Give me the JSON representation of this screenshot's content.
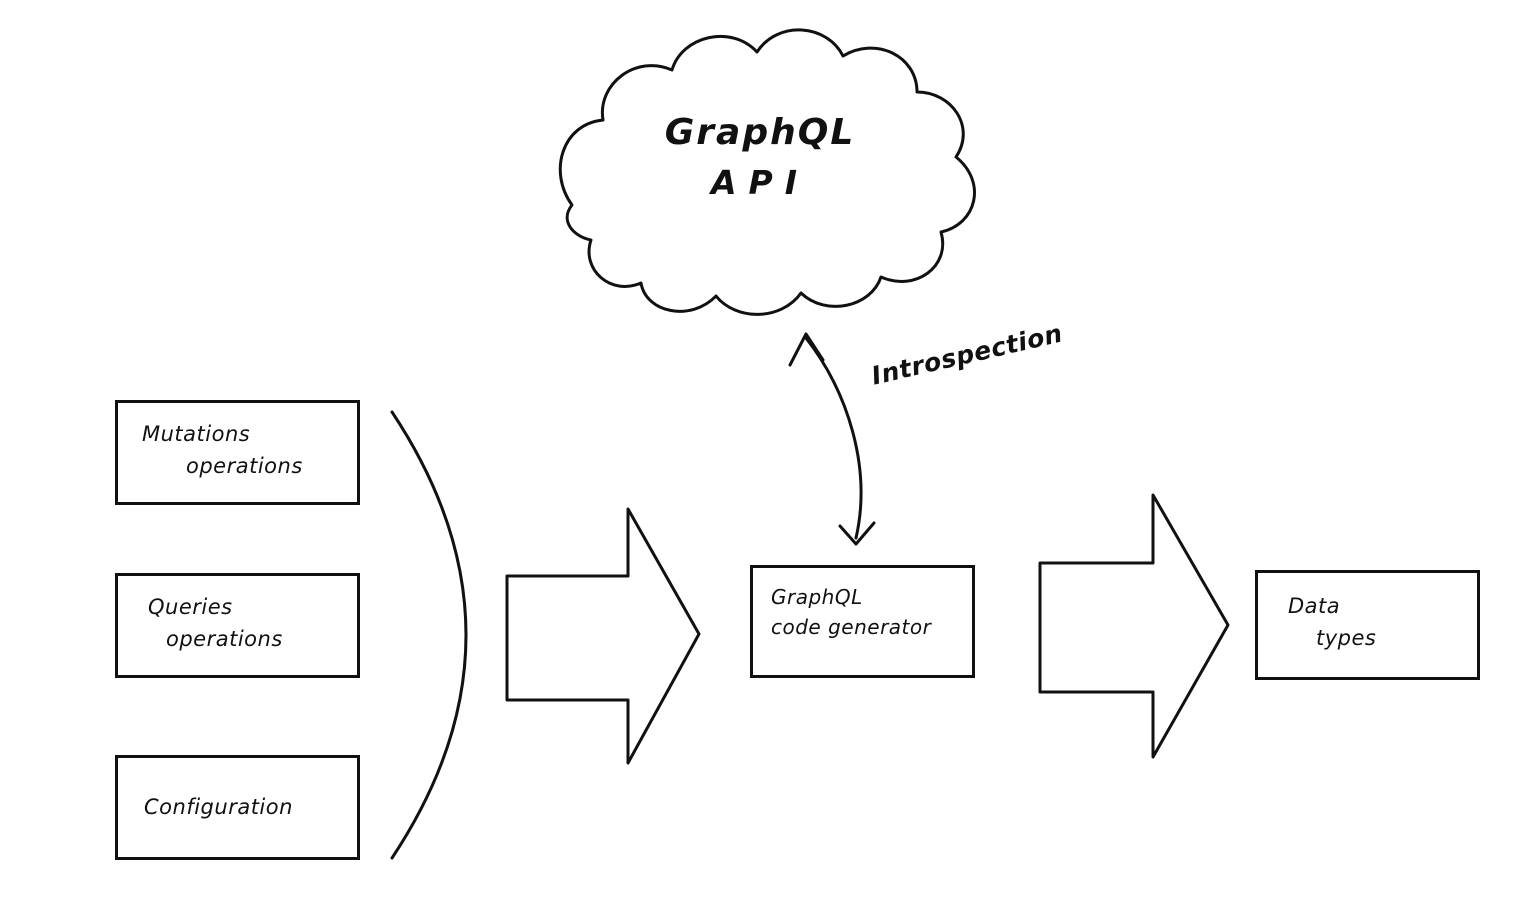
{
  "diagram": {
    "cloud": {
      "line1": "GraphQL",
      "line2": "API"
    },
    "inputs": [
      {
        "line1": "Mutations",
        "line2": "operations"
      },
      {
        "line1": "Queries",
        "line2": "operations"
      },
      {
        "line1": "Configuration",
        "line2": ""
      }
    ],
    "generator": {
      "line1": "GraphQL",
      "line2": "code generator"
    },
    "output": {
      "line1": "Data",
      "line2": "types"
    },
    "labels": {
      "introspection": "Introspection"
    },
    "colors": {
      "ink": "#111111",
      "background": "#ffffff"
    }
  }
}
